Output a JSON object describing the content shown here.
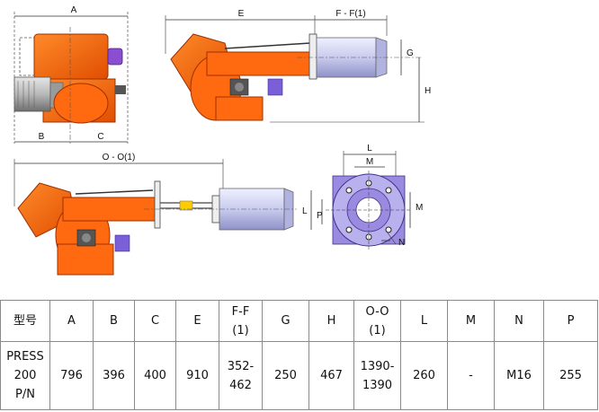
{
  "dimension_labels": {
    "A": "A",
    "B": "B",
    "C": "C",
    "E": "E",
    "FF": "F - F(1)",
    "G": "G",
    "H": "H",
    "OO": "O - O(1)",
    "L": "L",
    "M_top": "M",
    "M_side": "M",
    "P": "P",
    "N": "N",
    "L_side": "L"
  },
  "table": {
    "headers": [
      "型号",
      "A",
      "B",
      "C",
      "E",
      "F-F\n(1)",
      "G",
      "H",
      "O-O\n(1)",
      "L",
      "M",
      "N",
      "P"
    ],
    "row": [
      "PRESS\n200\nP/N",
      "796",
      "396",
      "400",
      "910",
      "352-\n462",
      "250",
      "467",
      "1390-\n1390",
      "260",
      "-",
      "M16",
      "255"
    ]
  },
  "colors": {
    "burner_orange": "#ff6a10",
    "burner_dark": "#d84a00",
    "blast_tube": "#c9cbee",
    "motor_grey": "#b8b8b8",
    "flange_purple": "#9a8ae0",
    "cap_purple": "#8a4fd0"
  }
}
